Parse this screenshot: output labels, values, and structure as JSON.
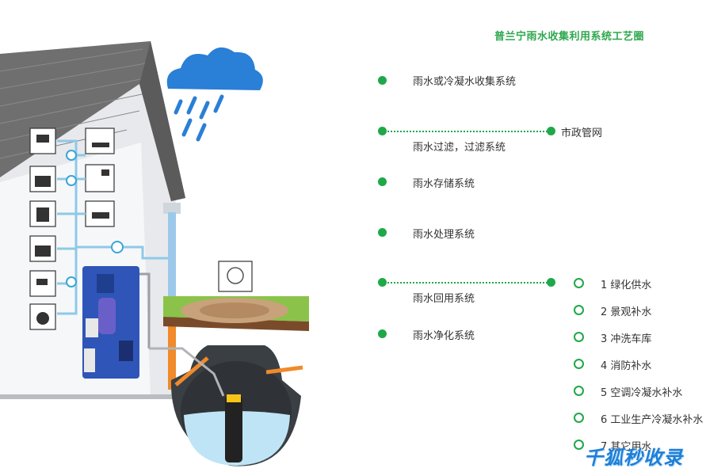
{
  "title": "普兰宁雨水收集利用系统工艺圈",
  "stages": [
    {
      "label": "雨水或冷凝水收集系统"
    },
    {
      "label": "雨水过滤，过滤系统"
    },
    {
      "label": "雨水存储系统"
    },
    {
      "label": "雨水处理系统"
    },
    {
      "label": "雨水回用系统"
    },
    {
      "label": "雨水净化系统"
    }
  ],
  "municipal": {
    "label": "市政管网"
  },
  "uses": [
    {
      "label": "1 绿化供水"
    },
    {
      "label": "2 景观补水"
    },
    {
      "label": "3 冲洗车库"
    },
    {
      "label": "4 消防补水"
    },
    {
      "label": "5 空调冷凝水补水"
    },
    {
      "label": "6 工业生产冷凝水补水"
    },
    {
      "label": "7 其它用水"
    }
  ],
  "watermark": "千狐秒收录",
  "colors": {
    "accent": "#1fa84a",
    "title": "#2fa84f",
    "pipe": "#8ec9e8",
    "tank": "#3a3f44",
    "water": "#bfe4f5",
    "grass": "#8bc34a"
  }
}
